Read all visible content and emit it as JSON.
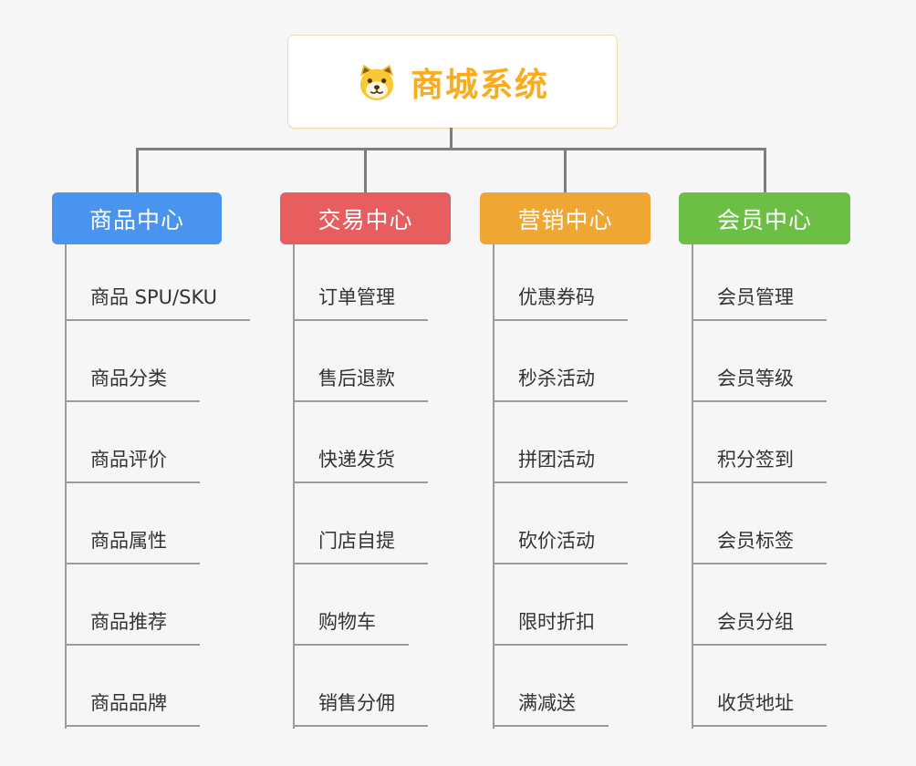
{
  "root": {
    "title": "商城系统",
    "icon": "dog-icon"
  },
  "colors": {
    "connector": "#7d7d7d",
    "underline": "#9b9b9b",
    "root_text": "#fbab1e",
    "root_border": "#f2ddb0",
    "background": "#f6f6f6"
  },
  "branches": [
    {
      "label": "商品中心",
      "color": "#4a94f0",
      "children": [
        "商品 SPU/SKU",
        "商品分类",
        "商品评价",
        "商品属性",
        "商品推荐",
        "商品品牌"
      ]
    },
    {
      "label": "交易中心",
      "color": "#e85d5d",
      "children": [
        "订单管理",
        "售后退款",
        "快递发货",
        "门店自提",
        "购物车",
        "销售分佣"
      ]
    },
    {
      "label": "营销中心",
      "color": "#efa633",
      "children": [
        "优惠券码",
        "秒杀活动",
        "拼团活动",
        "砍价活动",
        "限时折扣",
        "满减送"
      ]
    },
    {
      "label": "会员中心",
      "color": "#6cbe45",
      "children": [
        "会员管理",
        "会员等级",
        "积分签到",
        "会员标签",
        "会员分组",
        "收货地址"
      ]
    }
  ]
}
